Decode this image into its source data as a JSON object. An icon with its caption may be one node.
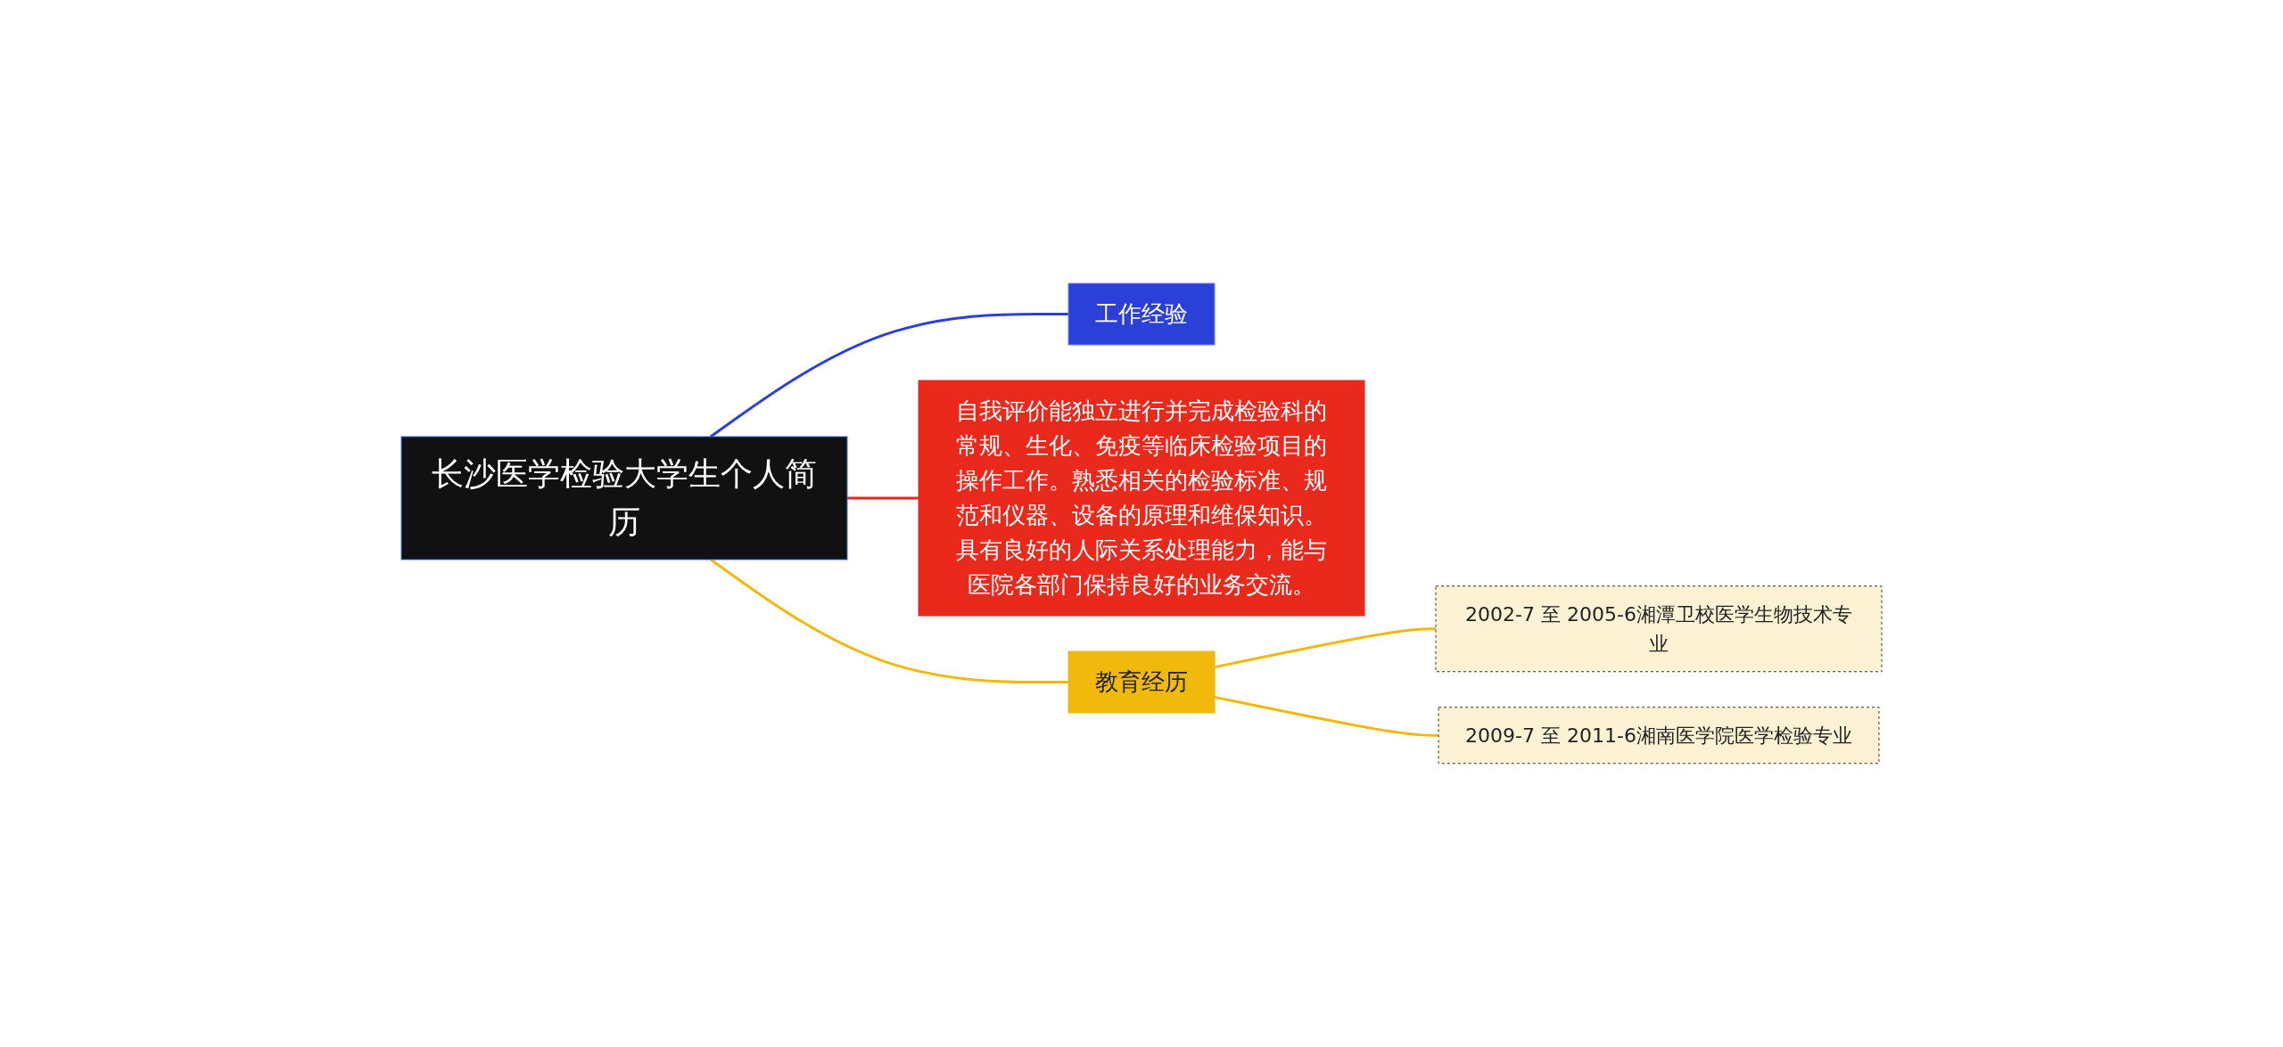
{
  "diagram": {
    "nodes": [
      {
        "text": [
          "工作经验"
        ]
      },
      {
        "text": [
          "长沙医学检验大学生个人简历"
        ]
      },
      {
        "text": [
          "自我评价能独立进行并完成检验科的常规、生化、免疫等临床检验项目的操作工作。熟悉相关的检验标准、规范和仪器、设备的原理和维保知识。具有良好的人际关系处理能力，能与医院各部门保持良好的业务交流。"
        ]
      },
      {
        "text": [
          "教育经历"
        ]
      },
      {
        "text": [
          "2002-7 至 2005-6湘潭卫校医学生物技术专业"
        ]
      },
      {
        "text": [
          "2009-7 至 2011-6湘南医学院医学检验专业"
        ]
      }
    ],
    "edges": [
      {
        "from": 1,
        "to": 0,
        "arrow": "none",
        "color": "#2b3fd9"
      },
      {
        "from": 1,
        "to": 2,
        "arrow": "none",
        "color": "#e8291c"
      },
      {
        "from": 1,
        "to": 3,
        "arrow": "none"
      },
      {
        "from": 3,
        "to": 4,
        "arrow": "none"
      },
      {
        "from": 3,
        "to": 5,
        "arrow": "none"
      }
    ]
  }
}
